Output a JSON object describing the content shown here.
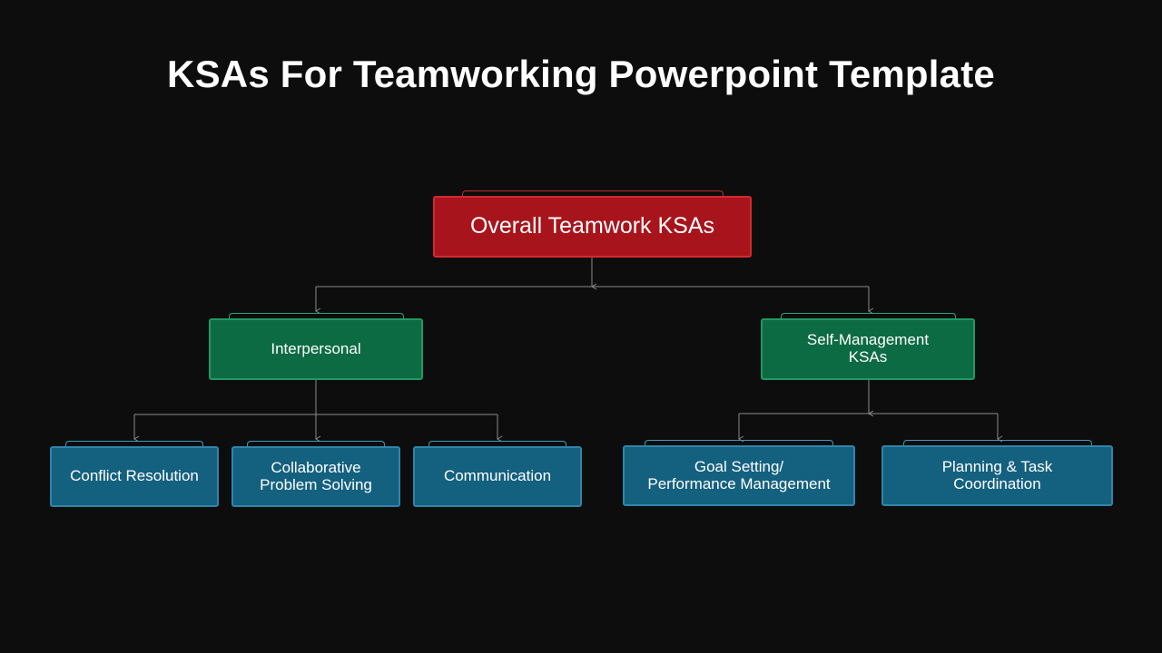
{
  "slide": {
    "title": "KSAs For Teamworking Powerpoint Template"
  },
  "colors": {
    "background": "#0d0d0d",
    "root_fill": "#a8141c",
    "root_border": "#d32a2f",
    "mid_fill": "#0d6b43",
    "mid_border": "#1f9a63",
    "leaf_fill": "#14607f",
    "leaf_border": "#2f86aa",
    "connector": "#8a8a8a"
  },
  "diagram": {
    "root": {
      "label": "Overall Teamwork KSAs"
    },
    "branches": [
      {
        "label": "Interpersonal",
        "children": [
          {
            "label": "Conflict Resolution"
          },
          {
            "label_line1": "Collaborative",
            "label_line2": "Problem Solving"
          },
          {
            "label": "Communication"
          }
        ]
      },
      {
        "label_line1": "Self-Management",
        "label_line2": "KSAs",
        "children": [
          {
            "label_line1": "Goal Setting/",
            "label_line2": "Performance Management"
          },
          {
            "label_line1": "Planning & Task",
            "label_line2": "Coordination"
          }
        ]
      }
    ]
  }
}
